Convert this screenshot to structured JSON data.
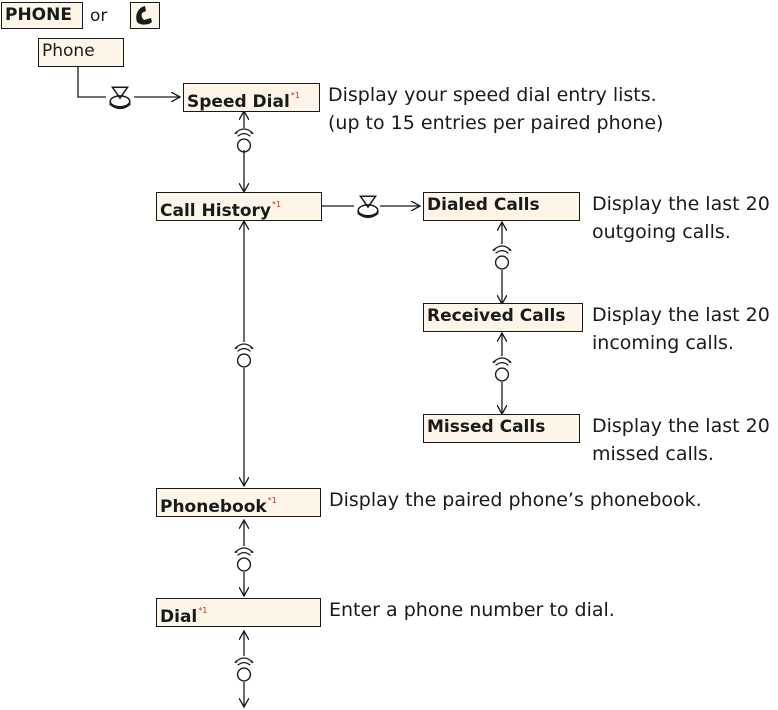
{
  "header": {
    "phone_button": "PHONE",
    "or": "or",
    "phone_key_icon": "phone-handset-icon"
  },
  "menu": {
    "root": "Phone",
    "speed_dial": "Speed Dial",
    "call_history": "Call History",
    "phonebook": "Phonebook",
    "dial": "Dial",
    "dialed_calls": "Dialed Calls",
    "received_calls": "Received Calls",
    "missed_calls": "Missed Calls",
    "footnote_mark": "*1"
  },
  "descriptions": {
    "speed_dial_1": "Display your speed dial entry lists.",
    "speed_dial_2": "(up to 15 entries per paired phone)",
    "dialed_1": "Display the last 20",
    "dialed_2": "outgoing calls.",
    "received_1": "Display the last 20",
    "received_2": "incoming calls.",
    "missed_1": "Display the last 20",
    "missed_2": "missed calls.",
    "phonebook": "Display the paired phone’s phonebook.",
    "dial": "Enter a phone number to dial."
  },
  "icons": {
    "select": "push-select-icon",
    "rotate": "rotate-knob-icon"
  }
}
